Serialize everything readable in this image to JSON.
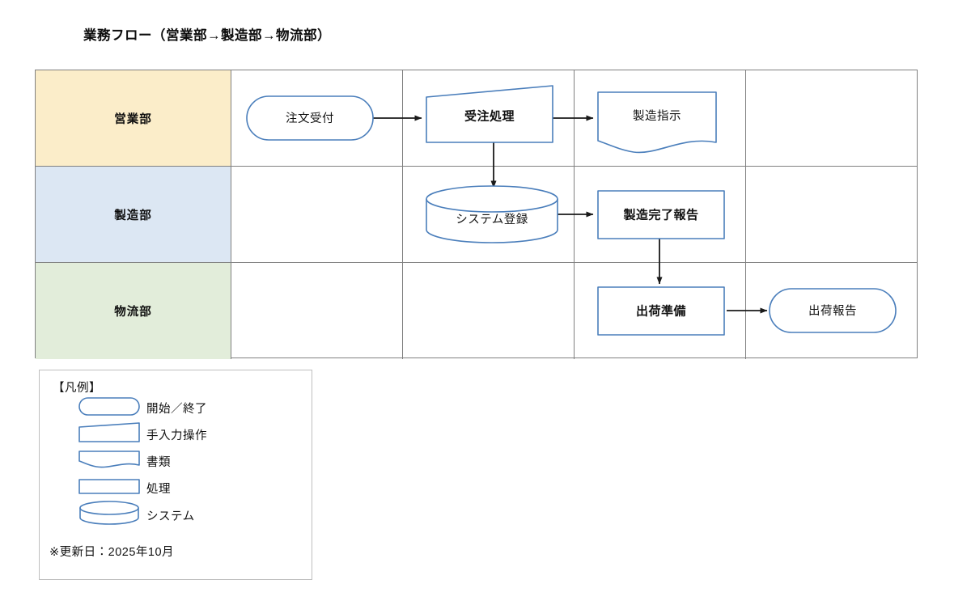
{
  "title": "業務フロー（営業部→製造部→物流部）",
  "diagram": {
    "type": "swimlane-flowchart",
    "accent_color": "#4a7ebb",
    "grid_line_color": "#808080",
    "columns": 4,
    "lanes": [
      {
        "id": "sales",
        "label": "営業部",
        "fill": "#fbedc9",
        "nodes": [
          {
            "id": "order-receipt",
            "label": "注文受付",
            "shape": "terminator",
            "column": 0,
            "bold": false
          },
          {
            "id": "order-processing",
            "label": "受注処理",
            "shape": "manual-input",
            "column": 1,
            "bold": true
          },
          {
            "id": "production-order",
            "label": "製造指示",
            "shape": "document",
            "column": 2,
            "bold": false
          }
        ]
      },
      {
        "id": "manufacturing",
        "label": "製造部",
        "fill": "#dce7f3",
        "nodes": [
          {
            "id": "system-registration",
            "label": "システム登録",
            "shape": "cylinder",
            "column": 1,
            "bold": false
          },
          {
            "id": "production-complete",
            "label": "製造完了報告",
            "shape": "process",
            "column": 2,
            "bold": true
          }
        ]
      },
      {
        "id": "logistics",
        "label": "物流部",
        "fill": "#e2eddA",
        "nodes": [
          {
            "id": "shipping-prep",
            "label": "出荷準備",
            "shape": "process",
            "column": 2,
            "bold": true
          },
          {
            "id": "shipping-report",
            "label": "出荷報告",
            "shape": "terminator",
            "column": 3,
            "bold": false
          }
        ]
      }
    ],
    "connections": [
      {
        "from": "order-receipt",
        "to": "order-processing",
        "direction": "right"
      },
      {
        "from": "order-processing",
        "to": "production-order",
        "direction": "right"
      },
      {
        "from": "order-processing",
        "to": "system-registration",
        "direction": "down"
      },
      {
        "from": "system-registration",
        "to": "production-complete",
        "direction": "right"
      },
      {
        "from": "production-complete",
        "to": "shipping-prep",
        "direction": "down"
      },
      {
        "from": "shipping-prep",
        "to": "shipping-report",
        "direction": "right"
      }
    ]
  },
  "legend": {
    "title": "【凡例】",
    "items": [
      {
        "shape": "terminator",
        "label": "開始／終了"
      },
      {
        "shape": "manual-input",
        "label": "手入力操作"
      },
      {
        "shape": "document",
        "label": "書類"
      },
      {
        "shape": "process",
        "label": "処理"
      },
      {
        "shape": "cylinder",
        "label": "システム"
      }
    ],
    "note": "※更新日：2025年10月"
  }
}
